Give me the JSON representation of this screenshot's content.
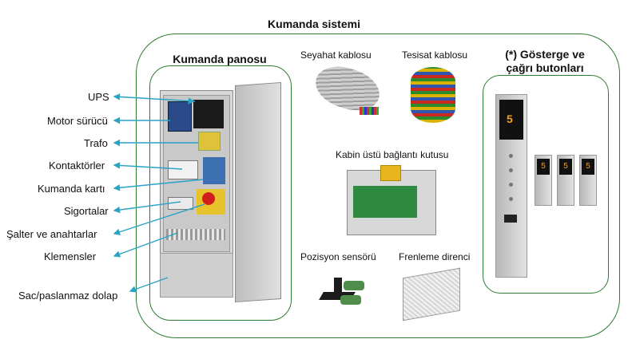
{
  "title": "Kumanda sistemi",
  "panel_title": "Kumanda panosu",
  "component_labels": [
    "UPS",
    "Motor sürücü",
    "Trafo",
    "Kontaktörler",
    "Kumanda kartı",
    "Sigortalar",
    "Şalter ve anahtarlar",
    "Klemensler",
    "Sac/paslanmaz dolap"
  ],
  "items": {
    "travel_cable": "Seyahat kablosu",
    "installation_cable": "Tesisat kablosu",
    "car_top_box": "Kabin üstü bağlantı kutusu",
    "position_sensor": "Pozisyon sensörü",
    "brake_resistor": "Frenleme direnci"
  },
  "indicator": {
    "line1": "(*) Gösterge ve",
    "line2": "çağrı butonları"
  },
  "colors": {
    "frame_green": "#2e7d32",
    "arrow_blue": "#29a3c6"
  }
}
